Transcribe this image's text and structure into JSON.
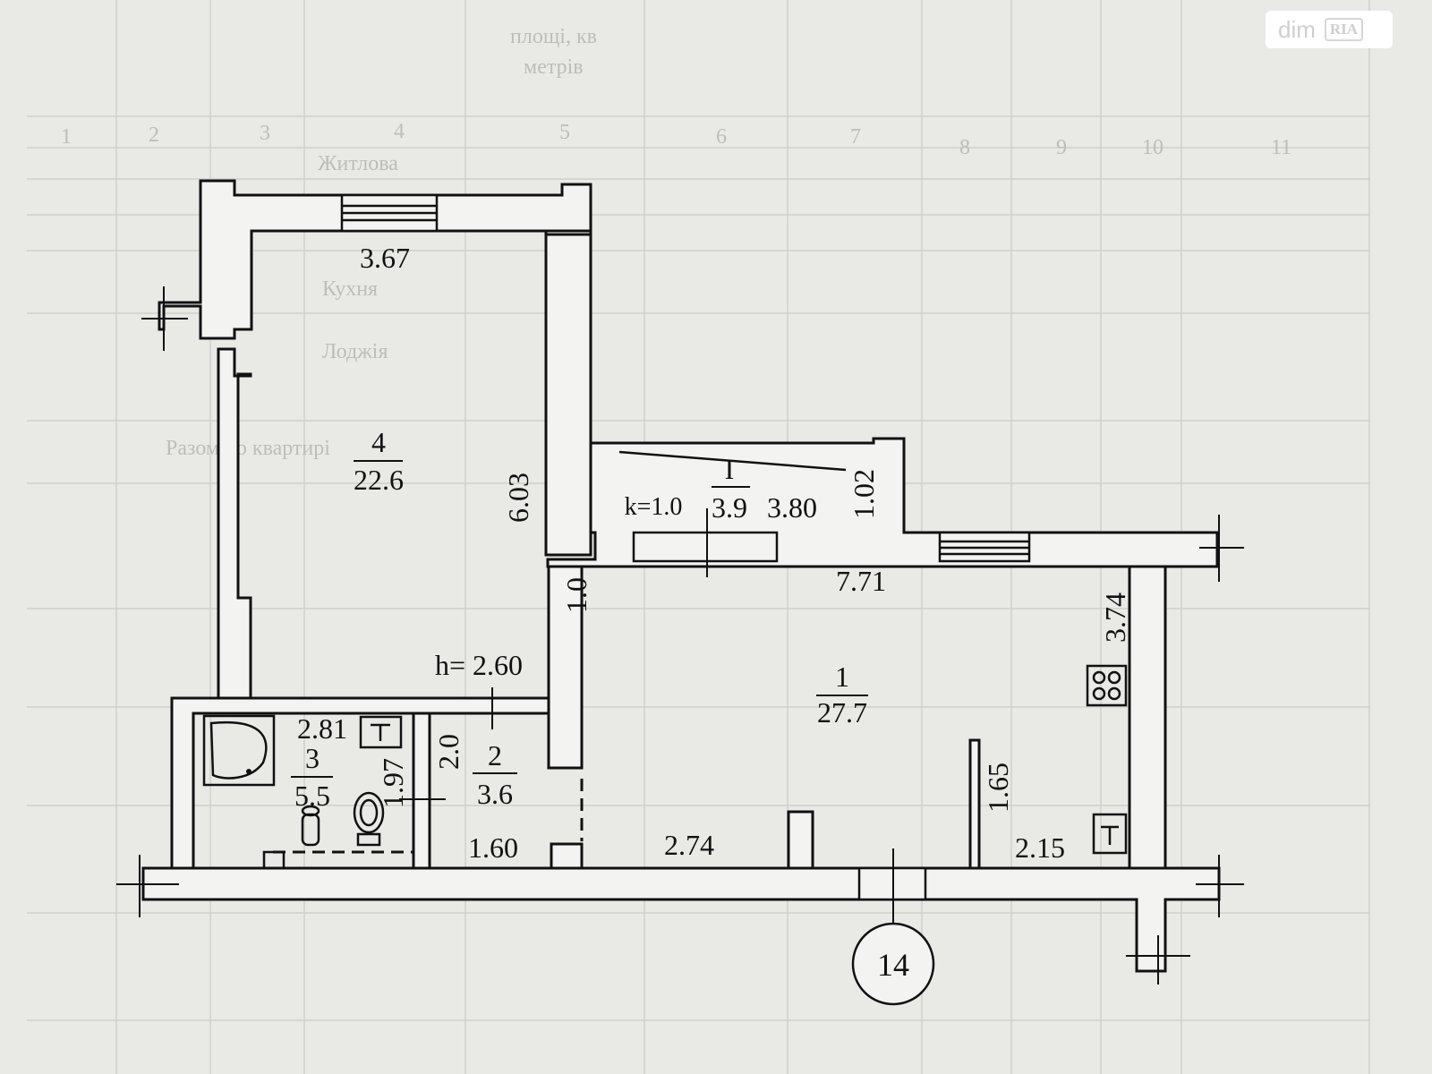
{
  "watermark": {
    "text": "dim",
    "badge": "RIA"
  },
  "rooms": {
    "r4": {
      "number": "4",
      "area": "22.6"
    },
    "r1": {
      "number": "1",
      "area": "27.7"
    },
    "r2": {
      "number": "2",
      "area": "3.6"
    },
    "r3": {
      "number": "3",
      "area": "5.5"
    },
    "balcony": {
      "number": "I",
      "area": "3.9"
    }
  },
  "dimensions": {
    "d367": "3.67",
    "d603": "6.03",
    "d380": "3.80",
    "d102": "1.02",
    "k": "k=1.0",
    "d771": "7.71",
    "d374": "3.74",
    "d10": "1.0",
    "h": "h= 2.60",
    "d281": "2.81",
    "d197": "1.97",
    "d20": "2.0",
    "d160": "1.60",
    "d274": "2.74",
    "d165": "1.65",
    "d215": "2.15"
  },
  "apartment_number": "14",
  "background_table": {
    "column_numbers": [
      "1",
      "2",
      "3",
      "4",
      "5",
      "6",
      "7",
      "8",
      "9",
      "10",
      "11"
    ],
    "ghost_entries": [
      "Житлова",
      "Кухня",
      "Лоджія",
      "Разом по квартирі",
      "площі, кв",
      "метрів"
    ]
  }
}
